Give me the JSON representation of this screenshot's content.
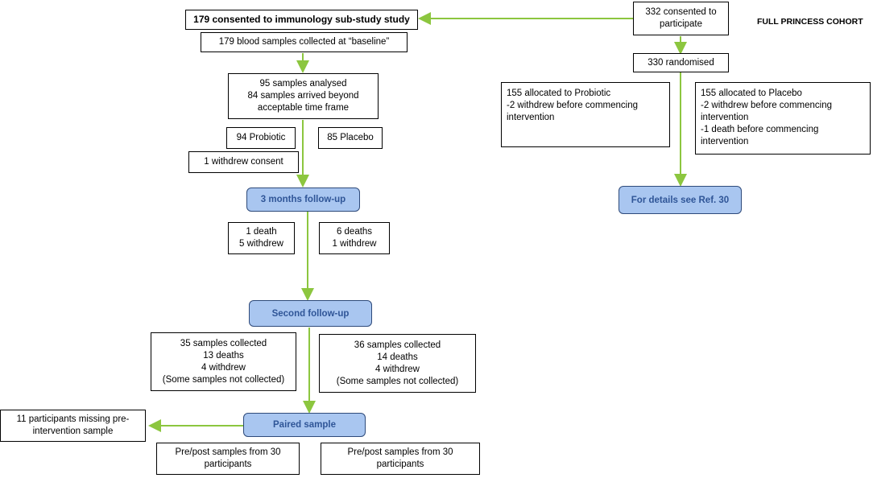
{
  "cohort_label": "FULL PRINCESS  COHORT",
  "substudy": {
    "consented": "179 consented to immunology sub-study study",
    "blood_samples": "179 blood samples collected at “baseline”",
    "analysed": [
      "95 samples analysed",
      "84 samples arrived beyond",
      "acceptable time frame"
    ],
    "probiotic_group": "94 Probiotic",
    "placebo_group": "85 Placebo",
    "withdrew_consent": "1 withdrew consent",
    "three_month": "3 months  follow-up",
    "probiotic_3m": [
      "1 death",
      "5 withdrew"
    ],
    "placebo_3m": [
      "6 deaths",
      "1 withdrew"
    ],
    "second_followup": "Second follow-up",
    "probiotic_2nd": [
      "35 samples collected",
      "13 deaths",
      "4 withdrew",
      "(Some samples not collected)"
    ],
    "placebo_2nd": [
      "36 samples collected",
      "14 deaths",
      "4 withdrew",
      "(Some samples not collected)"
    ],
    "paired": "Paired sample",
    "missing": [
      "11 participants missing pre-",
      "intervention sample"
    ],
    "probiotic_paired": [
      "Pre/post samples from 30",
      "participants"
    ],
    "placebo_paired": [
      "Pre/post samples from 30",
      "participants"
    ]
  },
  "full_cohort": {
    "consented": [
      "332 consented to",
      "participate"
    ],
    "randomised": "330 randomised",
    "probiotic": [
      "155 allocated to Probiotic",
      "-2 withdrew before commencing",
      "intervention"
    ],
    "placebo": [
      "155 allocated to Placebo",
      "-2 withdrew before commencing",
      "intervention",
      "-1 death before commencing",
      "intervention"
    ],
    "details": "For details see Ref. 30"
  },
  "colors": {
    "arrow": "#8cc63f",
    "pill_fill": "#a9c6f0",
    "pill_text": "#2f5597"
  }
}
